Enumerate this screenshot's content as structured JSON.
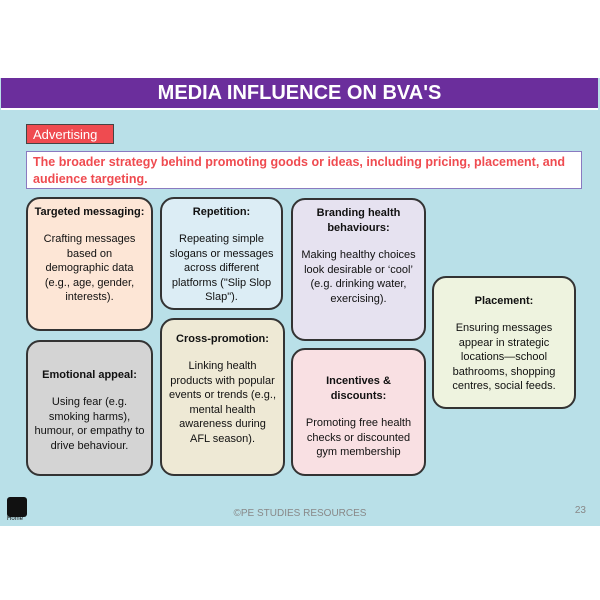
{
  "title": "MEDIA INFLUENCE ON BVA'S",
  "tag": "Advertising",
  "definition": "The broader strategy behind promoting goods or ideas, including pricing, placement, and audience targeting.",
  "boxes": [
    {
      "heading": "Targeted messaging:",
      "body": "Crafting messages based on demographic data (e.g., age, gender, interests)."
    },
    {
      "heading": "Repetition:",
      "body": "Repeating simple slogans or messages across different platforms (\"Slip Slop Slap\")."
    },
    {
      "heading": "Branding health behaviours:",
      "body": "Making healthy choices look desirable or ‘cool’ (e.g. drinking water, exercising)."
    },
    {
      "heading": "Placement:",
      "body": "Ensuring messages appear in strategic locations—school bathrooms, shopping centres, social feeds."
    },
    {
      "heading": "Emotional appeal:",
      "body": "Using fear (e.g. smoking harms), humour, or empathy to drive behaviour."
    },
    {
      "heading": "Cross-promotion:",
      "body": "Linking health products with popular events or trends (e.g., mental health awareness during AFL season)."
    },
    {
      "heading": "Incentives & discounts:",
      "body": "Promoting free health checks or discounted gym membership"
    }
  ],
  "footer": "©PE STUDIES RESOURCES",
  "page_number": "23",
  "home_label": "Home"
}
